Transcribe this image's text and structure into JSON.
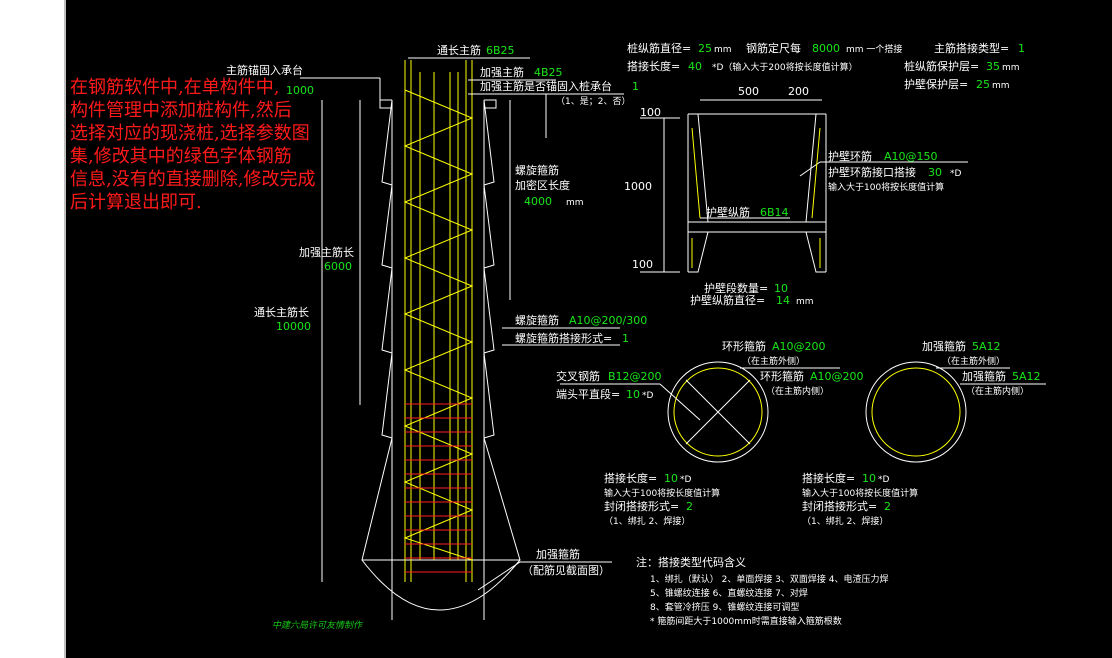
{
  "colors": {
    "background": "#000000",
    "line": "#ffffff",
    "value": "#19e619",
    "rebar": "#ffff00",
    "stirrup": "#ff2020",
    "note": "#ff1a1a"
  },
  "pile": {
    "through_main_bar": {
      "label": "通长主筋",
      "value": "6B25"
    },
    "anchor_into_cap": {
      "label": "主筋锚固入承台",
      "value": "1000"
    },
    "extra_main_bar": {
      "label": "加强主筋",
      "value": "4B25"
    },
    "extra_anchor_q": {
      "label": "加强主筋是否锚固入桩承台",
      "value": "1",
      "hint": "（1、是；2、否）"
    },
    "spiral_dense_len": {
      "label1": "螺旋箍筋",
      "label2": "加密区长度",
      "value": "4000",
      "unit": "mm"
    },
    "extra_main_len": {
      "label": "加强主筋长",
      "value": "6000"
    },
    "through_main_len": {
      "label": "通长主筋长",
      "value": "10000"
    },
    "spiral_stirrup": {
      "label": "螺旋箍筋",
      "value": "A10@200/300"
    },
    "spiral_lap_form": {
      "label": "螺旋箍筋搭接形式=",
      "value": "1"
    },
    "extra_stirrup": {
      "label": "加强箍筋",
      "hint": "（配筋见截面图）"
    },
    "credit": "中建六局许可友情制作"
  },
  "overlay_note": {
    "line1": "在钢筋软件中,在单构件中,",
    "line2": "构件管理中添加桩构件,然后",
    "line3": "选择对应的现浇桩,选择参数图",
    "line4": "集,修改其中的绿色字体钢筋",
    "line5": "信息,没有的直接删除,修改完成",
    "line6": "后计算退出即可."
  },
  "params": {
    "pile_bar_dia": {
      "label": "桩纵筋直径=",
      "value": "25",
      "unit": "mm"
    },
    "stock_length": {
      "label": "钢筋定尺每",
      "value": "8000",
      "unit": "mm 一个搭接"
    },
    "lap_type": {
      "label": "主筋搭接类型=",
      "value": "1"
    },
    "lap_length": {
      "label": "搭接长度=",
      "value": "40",
      "unit": "*D（输入大于200将按长度值计算）"
    },
    "cover": {
      "label": "桩纵筋保护层=",
      "value": "35",
      "unit": "mm"
    },
    "wall_cover": {
      "label": "护壁保护层=",
      "value": "25",
      "unit": "mm"
    }
  },
  "retaining_wall": {
    "dim_500": "500",
    "dim_200": "200",
    "dim_100_top": "100",
    "dim_1000": "1000",
    "dim_100_bottom": "100",
    "ring_bar": {
      "label": "护壁环筋",
      "value": "A10@150"
    },
    "ring_lap": {
      "label": "护壁环筋接口搭接",
      "value": "30",
      "unit": "*D"
    },
    "ring_lap_hint": "输入大于100将按长度值计算",
    "long_bar": {
      "label": "护壁纵筋",
      "value": "6B14"
    },
    "segments": {
      "label": "护壁段数量=",
      "value": "10"
    },
    "long_dia": {
      "label": "护壁纵筋直径=",
      "value": "14",
      "unit": "mm"
    }
  },
  "section1": {
    "ring_outer": {
      "label": "环形箍筋",
      "value": "A10@200",
      "hint": "（在主筋外侧）"
    },
    "cross_bar": {
      "label": "交叉钢筋",
      "value": "B12@200"
    },
    "end_straight": {
      "label": "端头平直段=",
      "value": "10",
      "unit": "*D"
    },
    "ring_inner": {
      "label": "环形箍筋",
      "value": "A10@200",
      "hint": "（在主筋内侧）"
    },
    "lap_len": {
      "label": "搭接长度=",
      "value": "10",
      "unit": "*D"
    },
    "lap_hint": "输入大于100将按长度值计算",
    "close_form": {
      "label": "封闭搭接形式=",
      "value": "2"
    },
    "close_options": "（1、绑扎 2、焊接）"
  },
  "section2": {
    "ring_outer": {
      "label": "加强箍筋",
      "value": "5A12",
      "hint": "（在主筋外侧）"
    },
    "ring_inner": {
      "label": "加强箍筋",
      "value": "5A12",
      "hint": "（在主筋内侧）"
    },
    "lap_len": {
      "label": "搭接长度=",
      "value": "10",
      "unit": "*D"
    },
    "lap_hint": "输入大于100将按长度值计算",
    "close_form": {
      "label": "封闭搭接形式=",
      "value": "2"
    },
    "close_options": "（1、绑扎 2、焊接）"
  },
  "legend": {
    "title": "注：搭接类型代码含义",
    "row1": "1、绑扎（默认）  2、单面焊接   3、双面焊接   4、电渣压力焊",
    "row2": "5、锥螺纹连接   6、直螺纹连接   7、对焊",
    "row3": "8、套管冷挤压   9、锥螺纹连接可调型",
    "row4": "* 箍筋间距大于1000mm时需直接输入箍筋根数"
  }
}
